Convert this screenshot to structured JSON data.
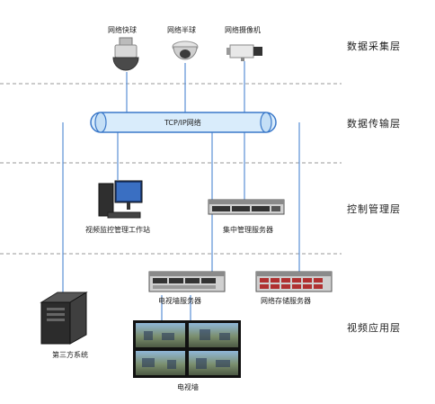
{
  "layers": [
    {
      "label": "数据采集层"
    },
    {
      "label": "数据传输层"
    },
    {
      "label": "控制管理层"
    },
    {
      "label": "视频应用层"
    }
  ],
  "devices": {
    "ball_camera": "网络快球",
    "dome_camera": "网络半球",
    "box_camera": "网络摄像机",
    "network_bus": "TCP/IP网络",
    "workstation": "视频监控管理工作站",
    "central_server": "集中管理服务器",
    "tv_wall_server": "电视墙服务器",
    "storage_server": "网络存储服务器",
    "third_party": "第三方系统",
    "tv_wall": "电视墙"
  },
  "colors": {
    "line": "#5b8fd6",
    "dashed": "#999999",
    "pipe_fill": "#d9ecfb",
    "pipe_stroke": "#3a78c9"
  }
}
